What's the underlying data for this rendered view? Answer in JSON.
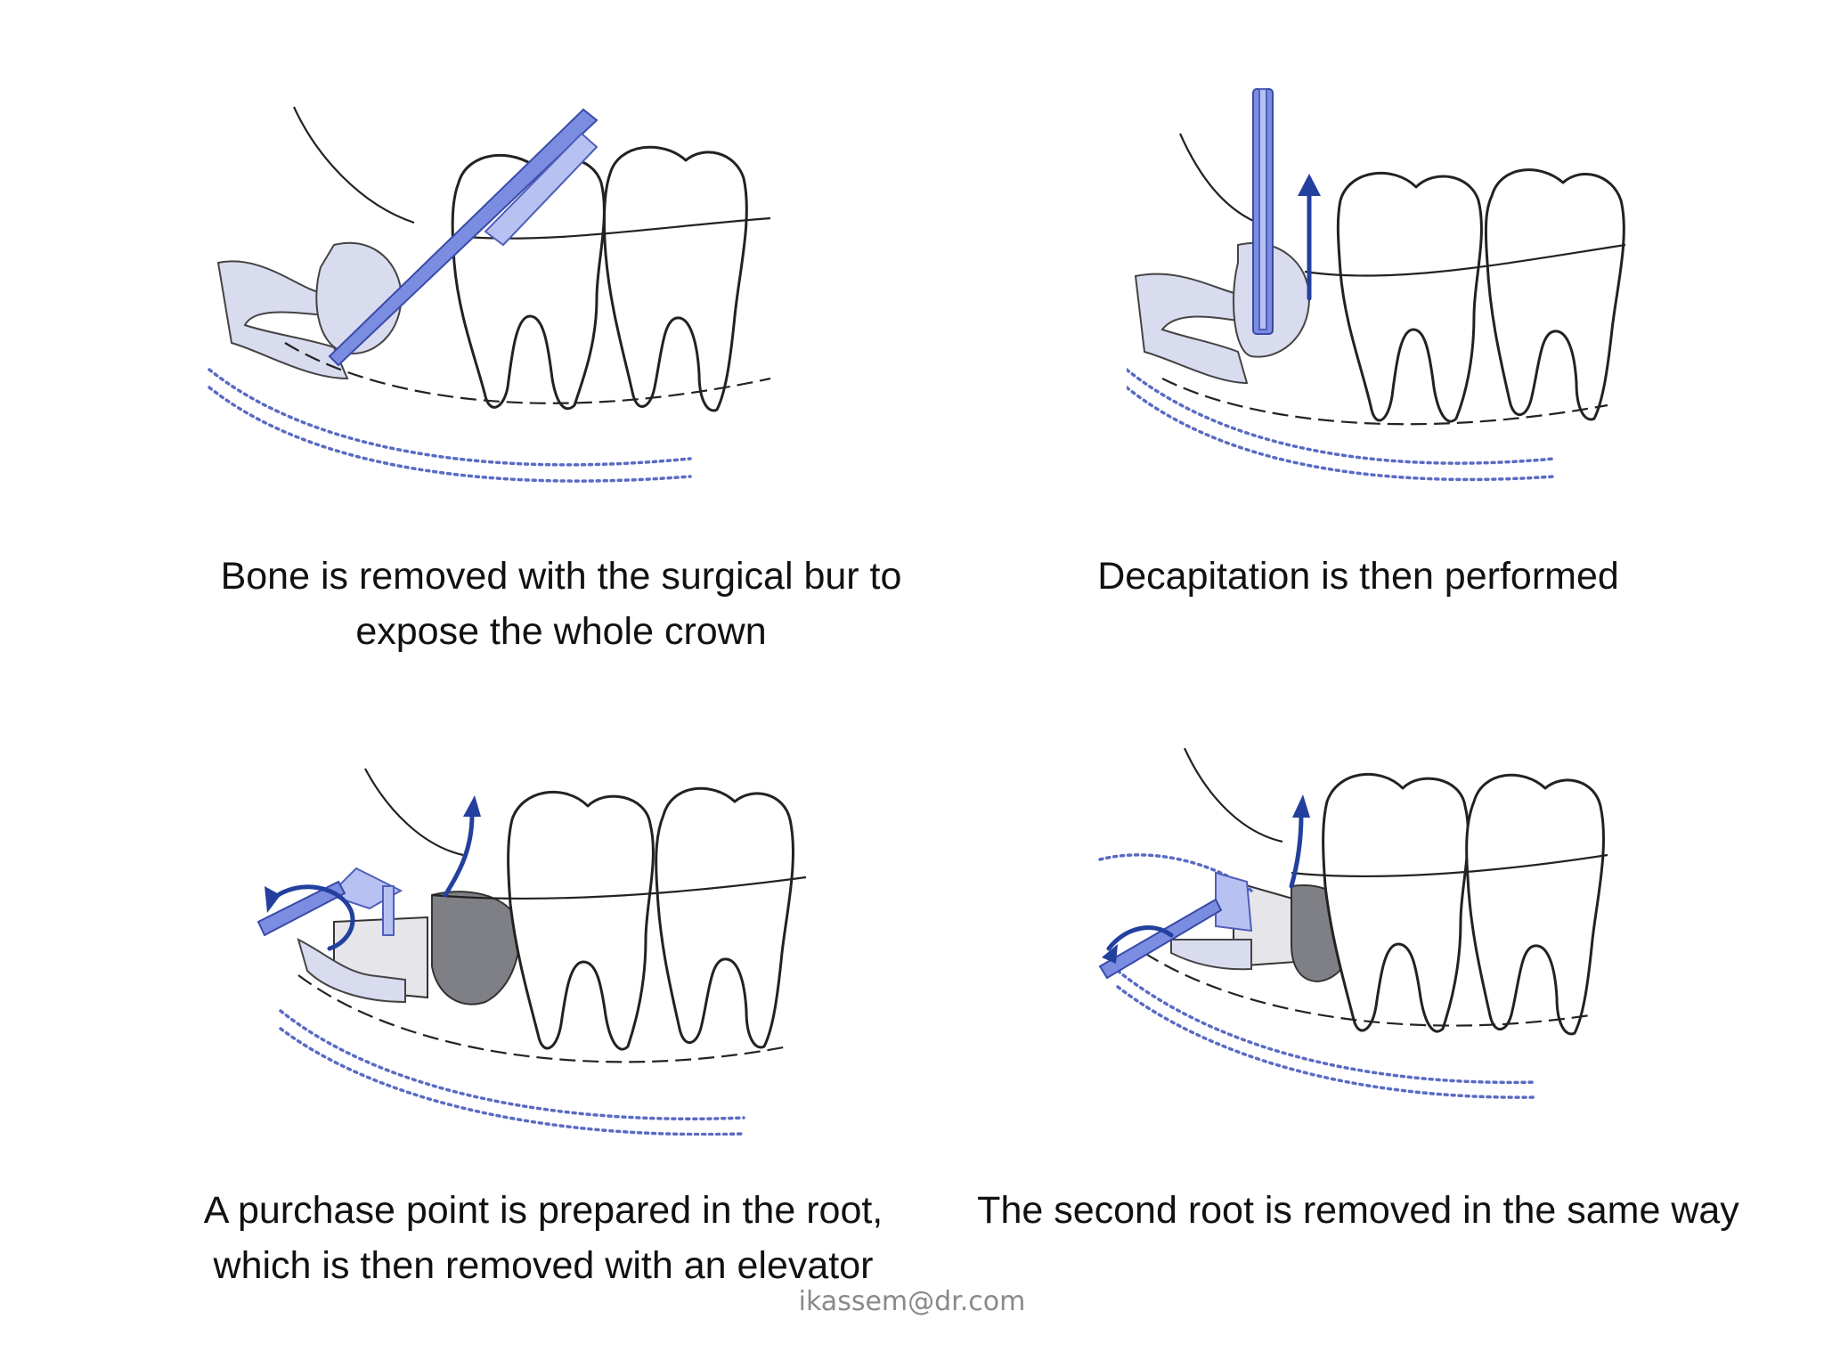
{
  "panels": [
    {
      "caption": "Bone is removed with the surgical bur to expose the whole crown"
    },
    {
      "caption": "Decapitation is then performed"
    },
    {
      "caption": "A purchase point is prepared in the root, which is then removed with an elevator"
    },
    {
      "caption": "The second root is removed in the same way"
    }
  ],
  "footer": {
    "email": "ikassem@dr.com"
  },
  "colors": {
    "instrument": "#7b8de0",
    "arrow": "#23409e",
    "impacted_tooth": "#d9dbef"
  },
  "icons": [
    "surgical-bur-icon",
    "elevator-icon",
    "arrow-icon"
  ]
}
